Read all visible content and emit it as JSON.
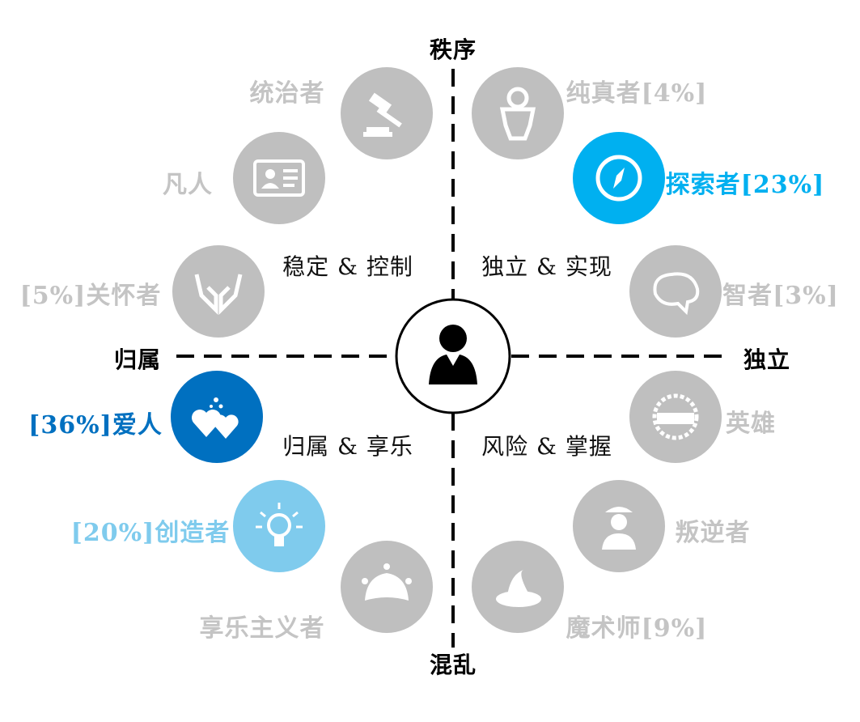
{
  "axes": {
    "top": "秩序",
    "bottom": "混乱",
    "left": "归属",
    "right": "独立"
  },
  "quadrants": {
    "tl": "稳定 & 控制",
    "tr": "独立 & 实现",
    "bl": "归属 & 享乐",
    "br": "风险 & 掌握"
  },
  "archetypes": [
    {
      "label": "统治者",
      "icon": "gavel-icon",
      "color": "#bfbfbf",
      "text_color": "#c4c4c4"
    },
    {
      "label": "凡人",
      "icon": "id-card-icon",
      "color": "#bfbfbf",
      "text_color": "#c4c4c4"
    },
    {
      "label": "[5%]关怀者",
      "icon": "hands-icon",
      "color": "#bfbfbf",
      "text_color": "#c4c4c4"
    },
    {
      "label": "[36%]爱人",
      "icon": "hearts-icon",
      "color": "#0070c0",
      "text_color": "#0070c0"
    },
    {
      "label": "[20%]创造者",
      "icon": "lightbulb-icon",
      "color": "#7fcbed",
      "text_color": "#7fcbed"
    },
    {
      "label": "享乐主义者",
      "icon": "jester-hat-icon",
      "color": "#bfbfbf",
      "text_color": "#c4c4c4"
    },
    {
      "label": "纯真者[4%]",
      "icon": "baby-icon",
      "color": "#bfbfbf",
      "text_color": "#c4c4c4"
    },
    {
      "label": "探索者[23%]",
      "icon": "compass-icon",
      "color": "#00b0f0",
      "text_color": "#00b0f0"
    },
    {
      "label": "智者[3%]",
      "icon": "brain-icon",
      "color": "#bfbfbf",
      "text_color": "#c4c4c4"
    },
    {
      "label": "英雄",
      "icon": "badge-icon",
      "color": "#bfbfbf",
      "text_color": "#c4c4c4"
    },
    {
      "label": "叛逆者",
      "icon": "rebel-icon",
      "color": "#bfbfbf",
      "text_color": "#c4c4c4"
    },
    {
      "label": "魔术师[9%]",
      "icon": "wizard-hat-icon",
      "color": "#bfbfbf",
      "text_color": "#c4c4c4"
    }
  ]
}
